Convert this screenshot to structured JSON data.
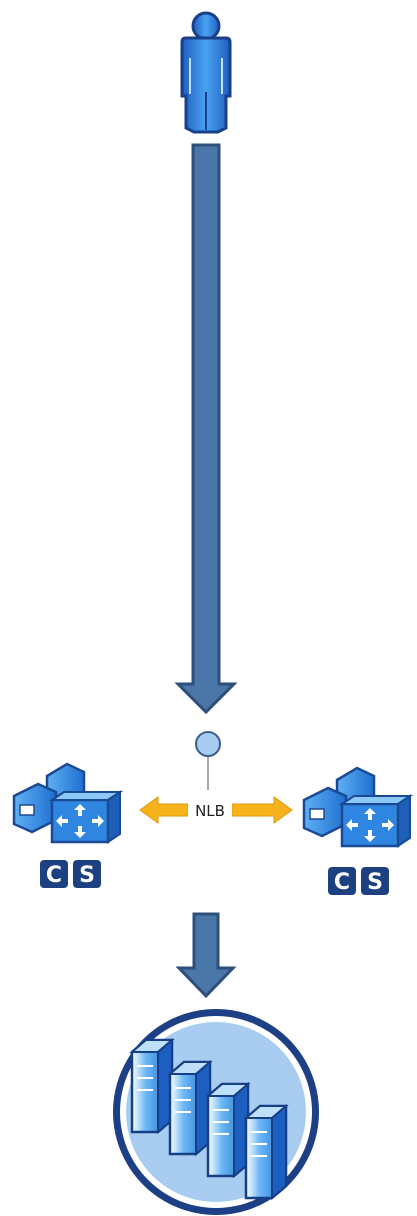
{
  "diagram": {
    "nlb_label": "NLB",
    "left_server": {
      "badge_c": "C",
      "badge_s": "S"
    },
    "right_server": {
      "badge_c": "C",
      "badge_s": "S"
    }
  },
  "colors": {
    "arrow_fill": "#4b76a8",
    "arrow_stroke": "#2d4f7a",
    "lb_arrow": "#f5b21b",
    "icon_blue": "#3a8fe0",
    "icon_dark": "#1c4fa0",
    "badge_bg": "#1c4080",
    "circle_bg": "#a9cdf0"
  },
  "icons": [
    "user-icon",
    "load-balancer-node-icon",
    "server-cluster-icon",
    "server-farm-icon"
  ]
}
